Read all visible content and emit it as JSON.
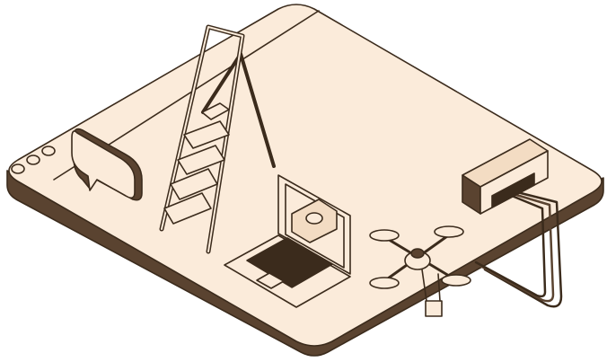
{
  "illustration": {
    "colors": {
      "surface": "#FBEBDA",
      "surface_shade": "#F3DCC3",
      "outline": "#3B2B1C",
      "side": "#5A4330",
      "accent": "#E9CFB2"
    },
    "objects": [
      "browser-window-platform",
      "speech-bubble",
      "step-ladder",
      "laptop",
      "drone",
      "server-box",
      "cables"
    ]
  }
}
